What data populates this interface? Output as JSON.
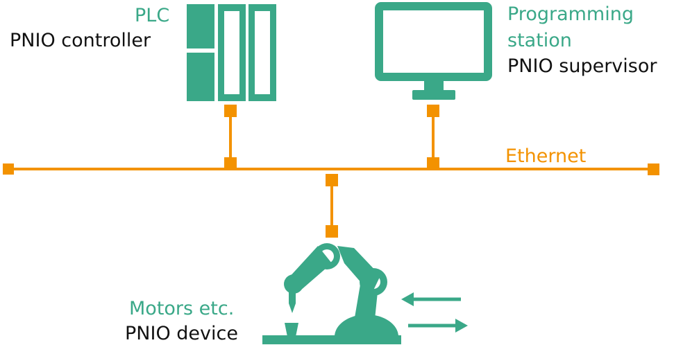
{
  "labels": {
    "plc_title": "PLC",
    "plc_role": "PNIO controller",
    "station_title_1": "Programming",
    "station_title_2": "station",
    "station_role": "PNIO supervisor",
    "network": "Ethernet",
    "device_title": "Motors etc.",
    "device_role": "PNIO device"
  },
  "colors": {
    "device_green": "#3aa888",
    "network_orange": "#f39200",
    "role_text": "#111111"
  },
  "icons": {
    "plc": "plc-rack-icon",
    "station": "monitor-icon",
    "device": "robot-arm-icon",
    "traffic": "bidirectional-arrows-icon"
  }
}
